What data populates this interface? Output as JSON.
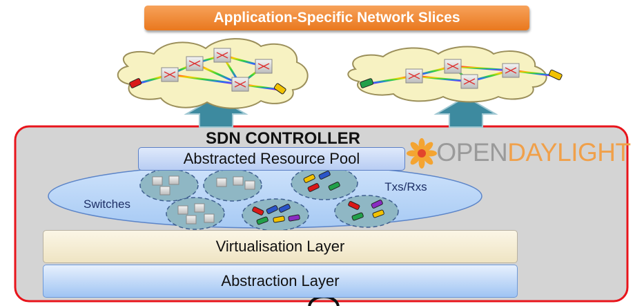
{
  "banner": {
    "text": "Application-Specific Network Slices"
  },
  "controller": {
    "title": "SDN CONTROLLER",
    "pool_label": "Abstracted Resource Pool",
    "switches_label": "Switches",
    "txrx_label": "Txs/Rxs",
    "virtualisation_label": "Virtualisation Layer",
    "abstraction_label": "Abstraction Layer"
  },
  "logo": {
    "part1": "OPEN",
    "part2": "DAYLIGHT"
  },
  "colors": {
    "controller_border": "#e8141b",
    "controller_fill": "#d4d4d4",
    "arrow": "#3d8a9f",
    "cloud_fill": "#f7f2c2",
    "banner": "#ee862f"
  }
}
